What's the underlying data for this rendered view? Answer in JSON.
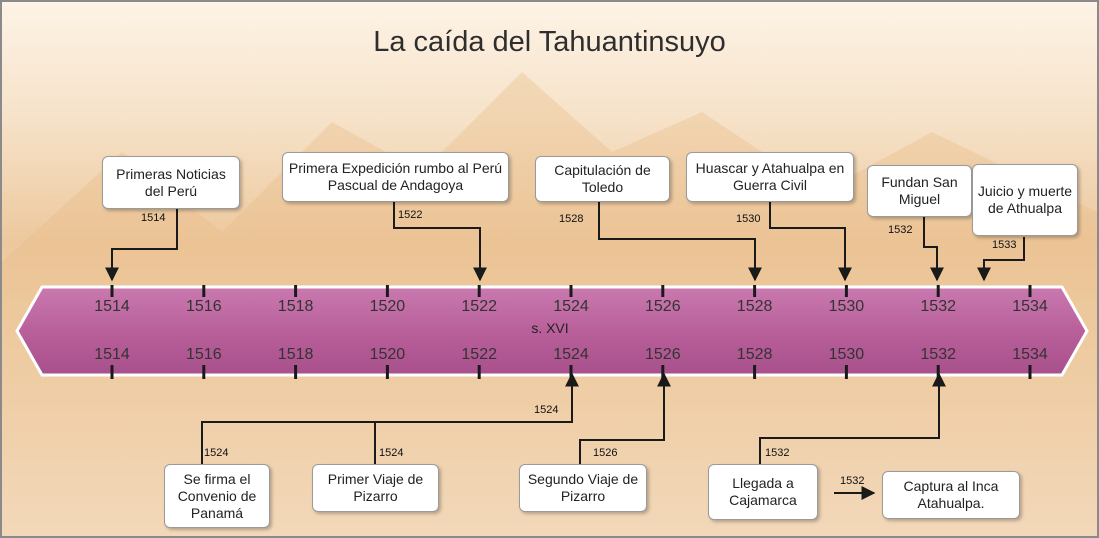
{
  "title": "La caída del Tahuantinsuyo",
  "century_label": "s. XVI",
  "axis_years": [
    "1514",
    "1516",
    "1518",
    "1520",
    "1522",
    "1524",
    "1526",
    "1528",
    "1530",
    "1532",
    "1534"
  ],
  "top_events": [
    {
      "text": "Primeras Noticias del Perú",
      "year": "1514"
    },
    {
      "text": "Primera Expedición rumbo al Perú Pascual de Andagoya",
      "year": "1522"
    },
    {
      "text": "Capitulación de Toledo",
      "year": "1528"
    },
    {
      "text": "Huascar y Atahualpa en Guerra Civil",
      "year": "1530"
    },
    {
      "text": "Fundan San Miguel",
      "year": "1532"
    },
    {
      "text": "Juicio y muerte de Athualpa",
      "year": "1533"
    }
  ],
  "bottom_events": [
    {
      "text": "Se firma el Convenio de Panamá",
      "year": "1524"
    },
    {
      "text": "Primer Viaje de Pizarro",
      "year": "1524"
    },
    {
      "text": "Segundo Viaje de Pizarro",
      "year": "1526"
    },
    {
      "text": "Llegada a Cajamarca",
      "year": "1532"
    },
    {
      "text": "Captura al Inca Atahualpa.",
      "year": "1532"
    }
  ],
  "colors": {
    "arrow_band": "#b9609b",
    "background": "#f1d2ad"
  }
}
